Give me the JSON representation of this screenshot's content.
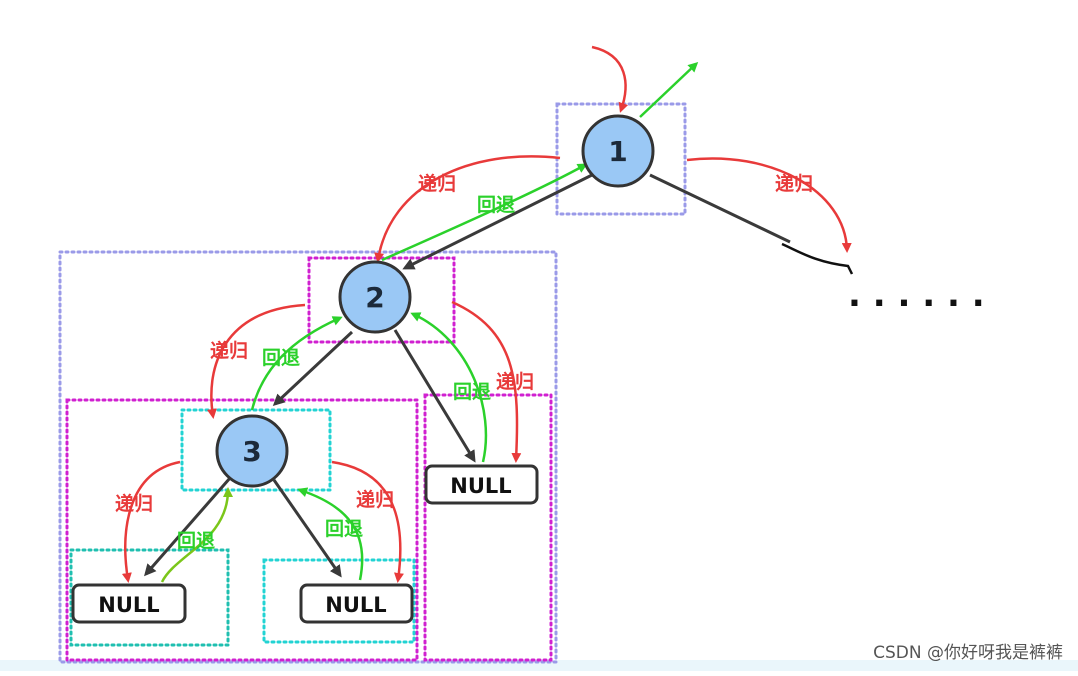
{
  "diagram": {
    "nodes": [
      {
        "id": "n1",
        "label": "1"
      },
      {
        "id": "n2",
        "label": "2"
      },
      {
        "id": "n3",
        "label": "3"
      }
    ],
    "null_boxes": [
      {
        "id": "null-2-right",
        "label": "NULL"
      },
      {
        "id": "null-3-left",
        "label": "NULL"
      },
      {
        "id": "null-3-right",
        "label": "NULL"
      }
    ],
    "recurse_label": "递归",
    "backtrack_label": "回退",
    "ellipsis": ". . . . . .",
    "colors": {
      "node_fill": "#9ac8f5",
      "recurse": "#e83a3a",
      "backtrack": "#2bd12b",
      "backtrack_alt": "#7bc61a",
      "edge": "#3a3a3a",
      "frame_blue": "#9a9ae8",
      "frame_magenta": "#d020d0",
      "frame_cyan": "#22d3d3",
      "frame_teal": "#1fbfb0"
    }
  },
  "watermark": "CSDN @你好呀我是裤裤"
}
